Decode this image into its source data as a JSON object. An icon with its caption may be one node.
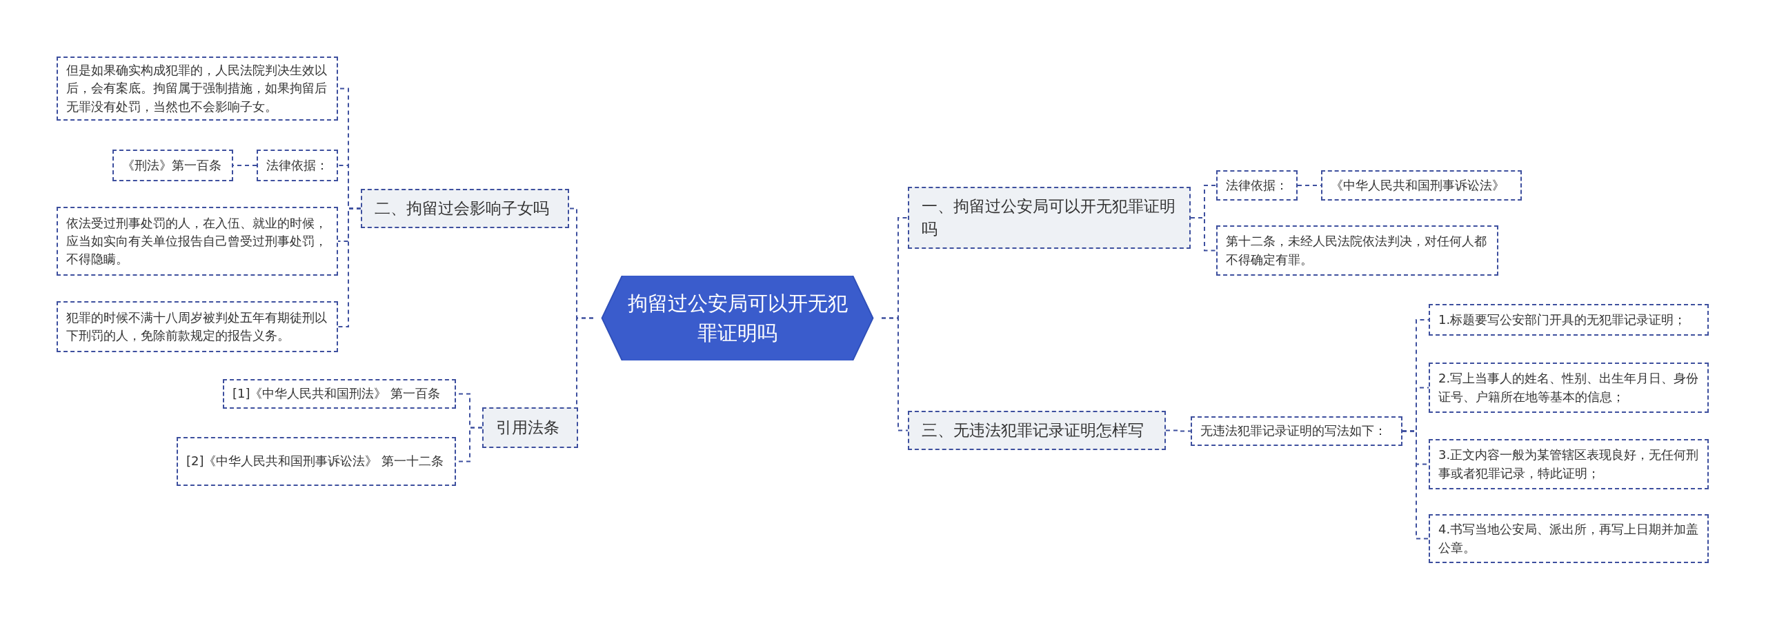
{
  "diagram": {
    "nodes": [
      {
        "text": [
          "拘留过公安局可以开无犯罪证明吗"
        ]
      },
      {
        "text": [
          "一、拘留过公安局可以开无犯罪证明吗"
        ]
      },
      {
        "text": [
          "法律依据："
        ]
      },
      {
        "text": [
          "《中华人民共和国刑事诉讼法》"
        ]
      },
      {
        "text": [
          "第十二条，未经人民法院依法判决，对任何人都不得确定有罪。"
        ]
      },
      {
        "text": [
          "三、无违法犯罪记录证明怎样写"
        ]
      },
      {
        "text": [
          "无违法犯罪记录证明的写法如下："
        ]
      },
      {
        "text": [
          "1.标题要写公安部门开具的无犯罪记录证明；"
        ]
      },
      {
        "text": [
          "2.写上当事人的姓名、性别、出生年月日、身份证号、户籍所在地等基本的信息；"
        ]
      },
      {
        "text": [
          "3.正文内容一般为某管辖区表现良好，无任何刑事或者犯罪记录，特此证明；"
        ]
      },
      {
        "text": [
          "4.书写当地公安局、派出所，再写上日期并加盖公章。"
        ]
      },
      {
        "text": [
          "二、拘留过会影响子女吗"
        ]
      },
      {
        "text": [
          "但是如果确实构成犯罪的，人民法院判决生效以后，会有案底。拘留属于强制措施，如果拘留后无罪没有处罚，当然也不会影响子女。"
        ]
      },
      {
        "text": [
          "法律依据："
        ]
      },
      {
        "text": [
          "《刑法》第一百条"
        ]
      },
      {
        "text": [
          "依法受过刑事处罚的人，在入伍、就业的时候，应当如实向有关单位报告自己曾受过刑事处罚，不得隐瞒。"
        ]
      },
      {
        "text": [
          "犯罪的时候不满十八周岁被判处五年有期徒刑以下刑罚的人，免除前款规定的报告义务。"
        ]
      },
      {
        "text": [
          "引用法条"
        ]
      },
      {
        "text": [
          "[1]《中华人民共和国刑法》 第一百条"
        ]
      },
      {
        "text": [
          "[2]《中华人民共和国刑事诉讼法》 第一十二条"
        ]
      }
    ],
    "edges": [
      {
        "from": 0,
        "to": 1,
        "arrow": "none"
      },
      {
        "from": 1,
        "to": 2,
        "arrow": "none"
      },
      {
        "from": 2,
        "to": 3,
        "arrow": "none"
      },
      {
        "from": 1,
        "to": 4,
        "arrow": "none"
      },
      {
        "from": 0,
        "to": 5,
        "arrow": "none"
      },
      {
        "from": 5,
        "to": 6,
        "arrow": "none"
      },
      {
        "from": 6,
        "to": 7,
        "arrow": "none"
      },
      {
        "from": 6,
        "to": 8,
        "arrow": "none"
      },
      {
        "from": 6,
        "to": 9,
        "arrow": "none"
      },
      {
        "from": 6,
        "to": 10,
        "arrow": "none"
      },
      {
        "from": 0,
        "to": 11,
        "arrow": "none"
      },
      {
        "from": 11,
        "to": 12,
        "arrow": "none"
      },
      {
        "from": 11,
        "to": 13,
        "arrow": "none"
      },
      {
        "from": 13,
        "to": 14,
        "arrow": "none"
      },
      {
        "from": 11,
        "to": 15,
        "arrow": "none"
      },
      {
        "from": 11,
        "to": 16,
        "arrow": "none"
      },
      {
        "from": 0,
        "to": 17,
        "arrow": "none"
      },
      {
        "from": 17,
        "to": 18,
        "arrow": "none"
      },
      {
        "from": 17,
        "to": 19,
        "arrow": "none"
      }
    ]
  }
}
